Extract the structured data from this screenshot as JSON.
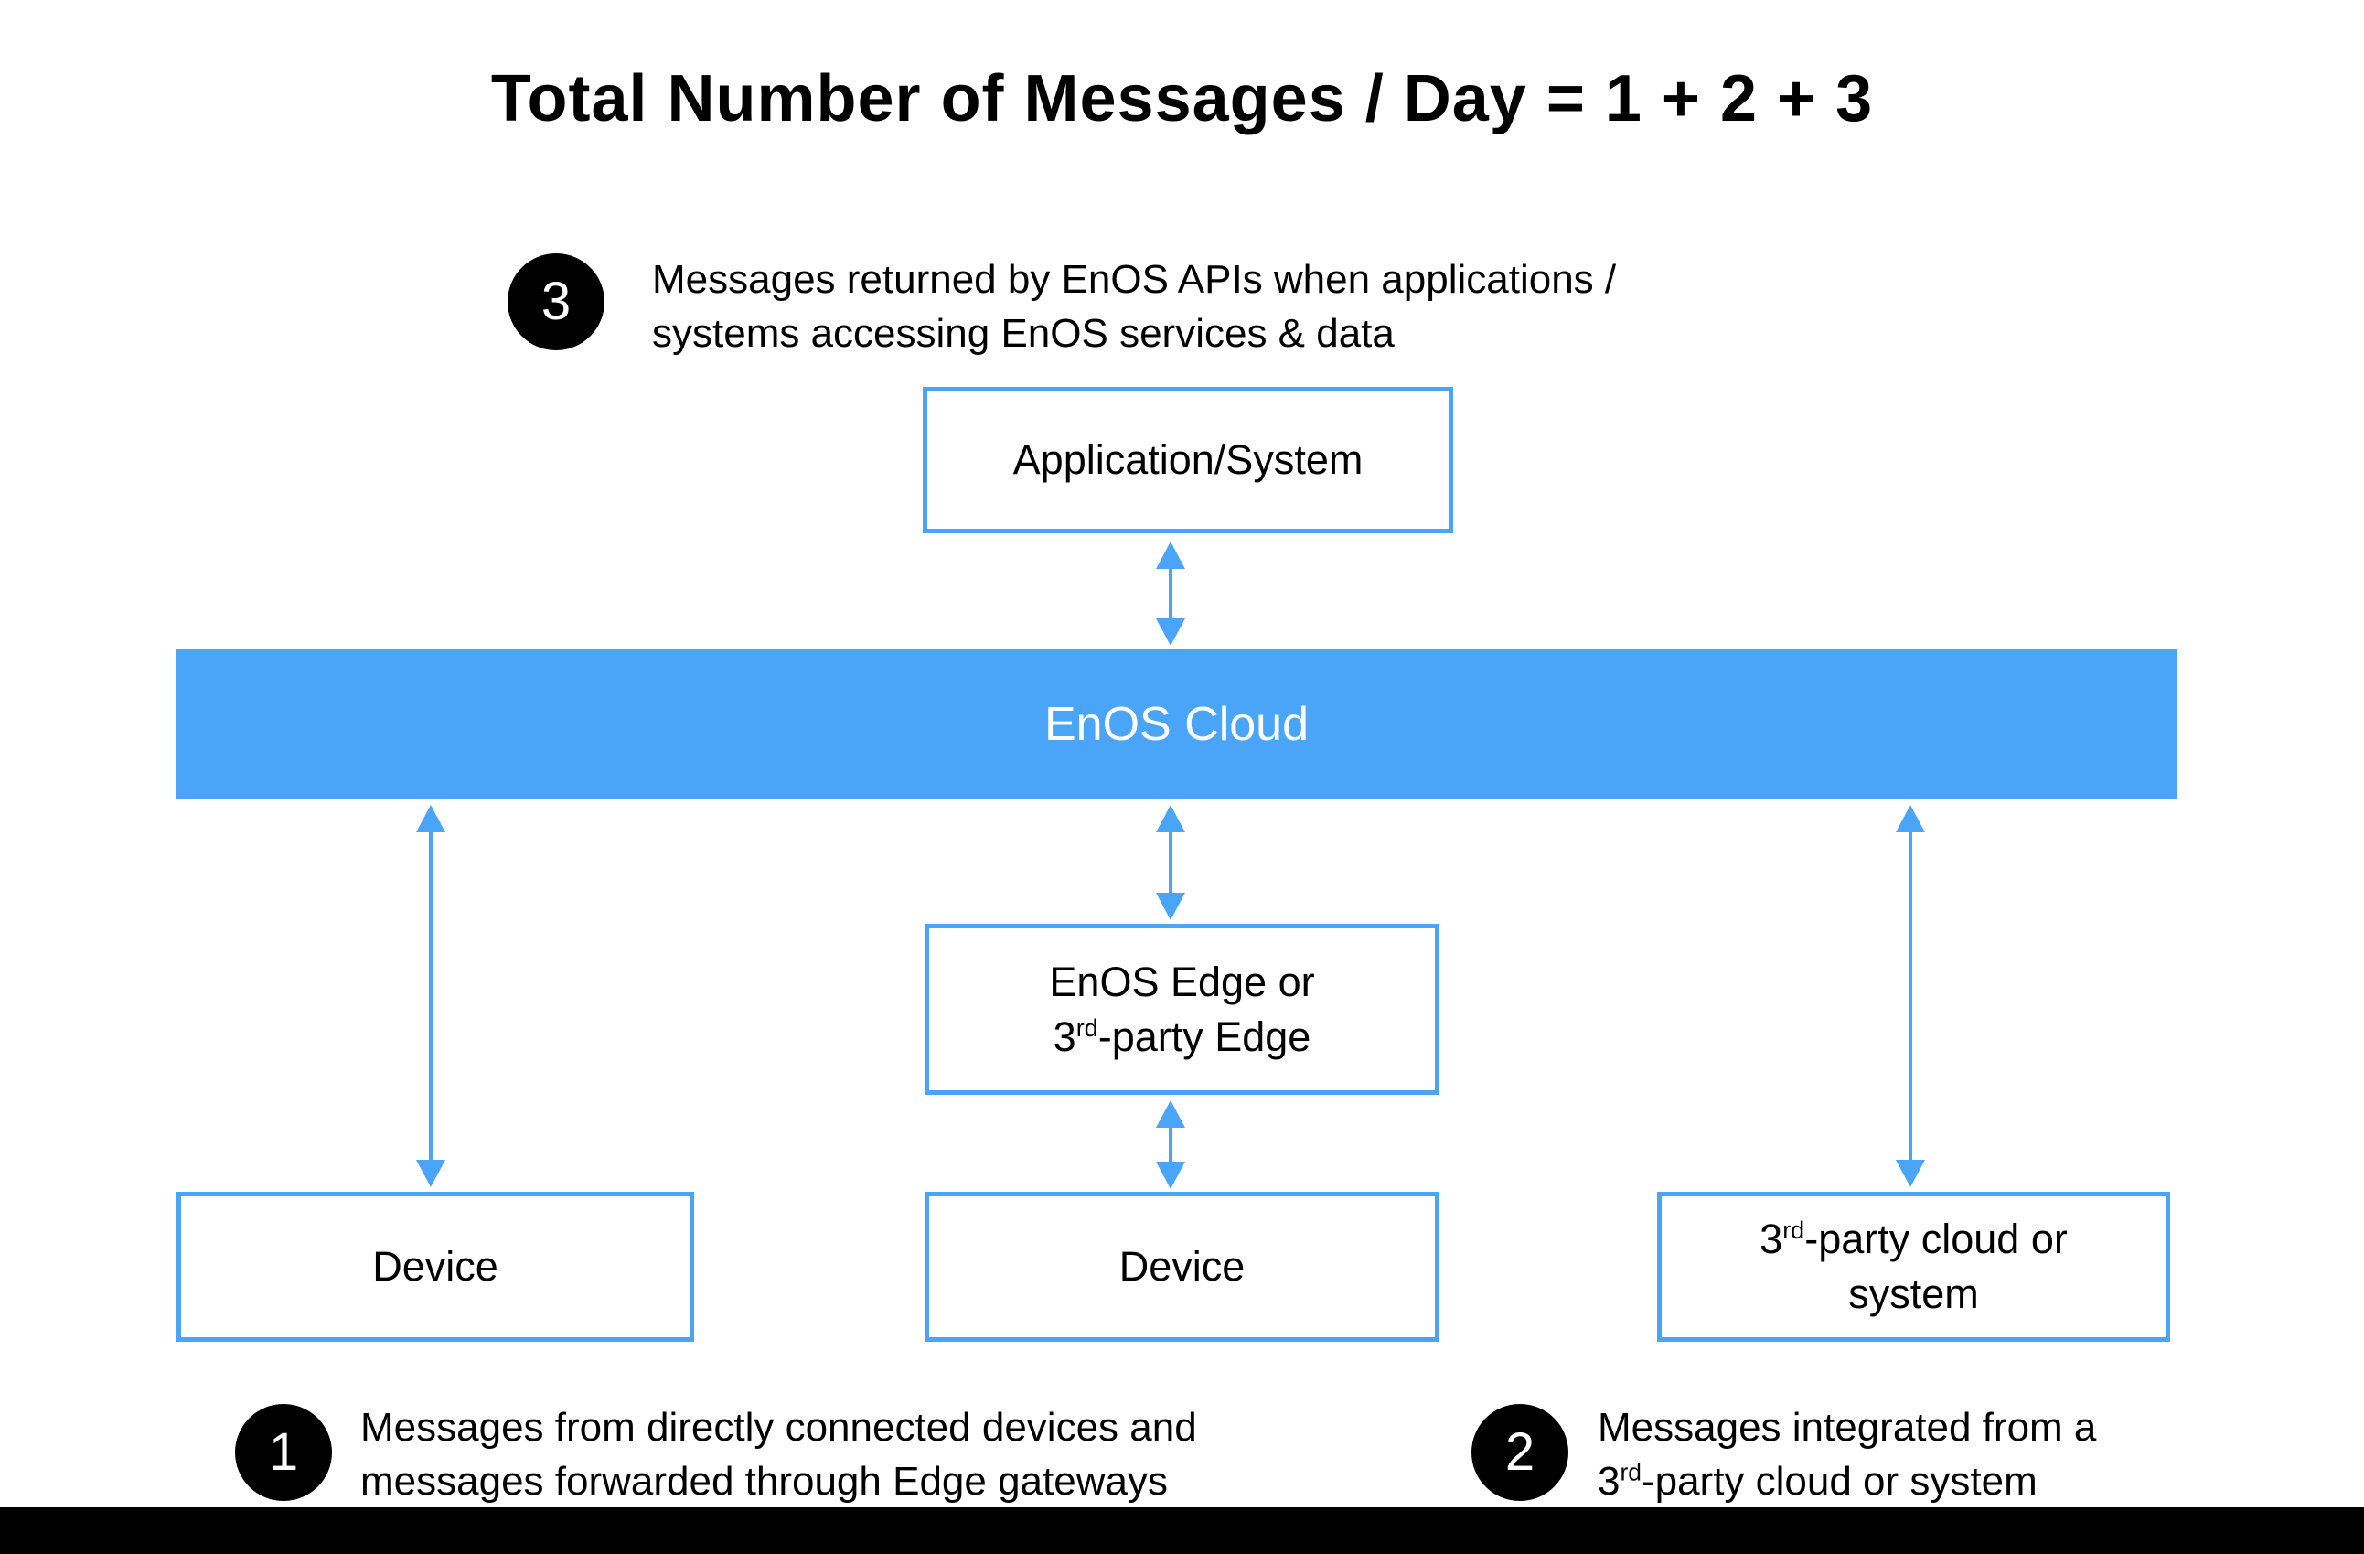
{
  "title": "Total Number of Messages / Day = 1 + 2 + 3",
  "colors": {
    "accent_blue": "#4aa5f8",
    "badge_black": "#000000",
    "bar_text_white": "#ffffff",
    "background": "#ffffff"
  },
  "icons": {
    "double_arrow_icon": "vertical line with triangle heads at both ends (blue)"
  },
  "annotations": {
    "note3": {
      "badge": "3",
      "line1": "Messages returned by EnOS APIs when applications /",
      "line2": "systems accessing EnOS services & data"
    },
    "note1": {
      "badge": "1",
      "line1": "Messages from directly connected devices and",
      "line2": "messages forwarded through Edge gateways"
    },
    "note2": {
      "badge": "2",
      "line1": "Messages integrated from a",
      "line2_pre": "3",
      "line2_sup": "rd",
      "line2_post": "-party cloud or system"
    }
  },
  "nodes": {
    "application": {
      "label": "Application/System"
    },
    "cloud": {
      "label": "EnOS Cloud"
    },
    "edge": {
      "line1": "EnOS Edge or",
      "line2_pre": "3",
      "line2_sup": "rd",
      "line2_post": "-party Edge"
    },
    "device_left": {
      "label": "Device"
    },
    "device_middle": {
      "label": "Device"
    },
    "third_party": {
      "line1_pre": "3",
      "line1_sup": "rd",
      "line1_post": "-party cloud or",
      "line2": "system"
    }
  }
}
